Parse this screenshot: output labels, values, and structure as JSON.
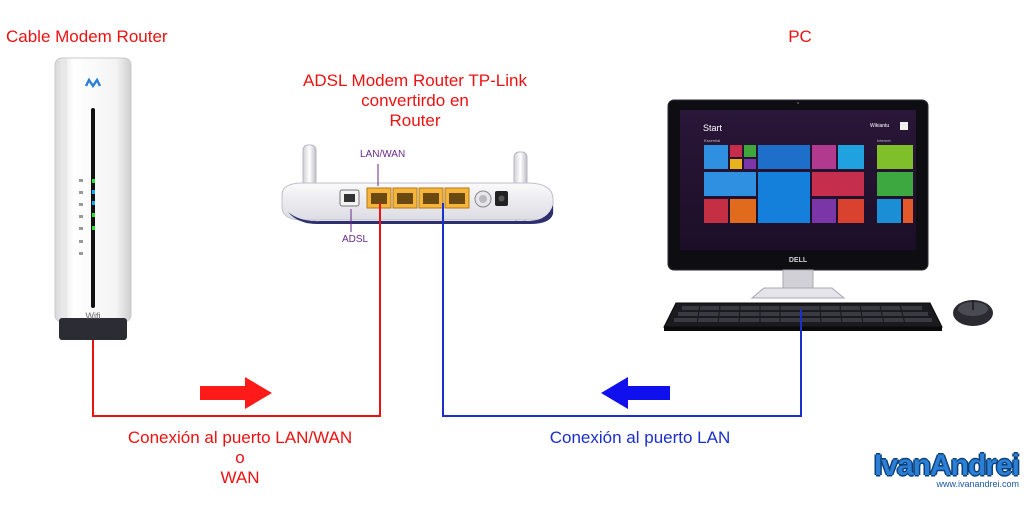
{
  "labels": {
    "cable_modem_router": "Cable Modem Router",
    "pc": "PC",
    "adsl_router_line1": "ADSL Modem Router TP-Link",
    "adsl_router_line2": "convertirdo en",
    "adsl_router_line3": "Router",
    "port_lan_wan": "LAN/WAN",
    "port_adsl": "ADSL",
    "connection_left_line1": "Conexión al puerto LAN/WAN",
    "connection_left_line2": "o",
    "connection_left_line3": "WAN",
    "connection_right": "Conexión al puerto LAN"
  },
  "device_text": {
    "cable_modem_brand": "Wifi",
    "screen_start": "Start",
    "screen_user": "Wikiantu",
    "screen_group1": "Essential",
    "screen_group2": "Internet",
    "monitor_brand": "DELL"
  },
  "logo": {
    "name": "IvanAndrei",
    "url": "www.ivanandrei.com"
  },
  "colors": {
    "wan_cable": "#ee1111",
    "lan_cable": "#1a2fcc",
    "label_red": "#ee1111",
    "label_blue": "#1a2fcc",
    "port_label": "#6a2a8a",
    "logo_blue": "#2b7fd4"
  }
}
